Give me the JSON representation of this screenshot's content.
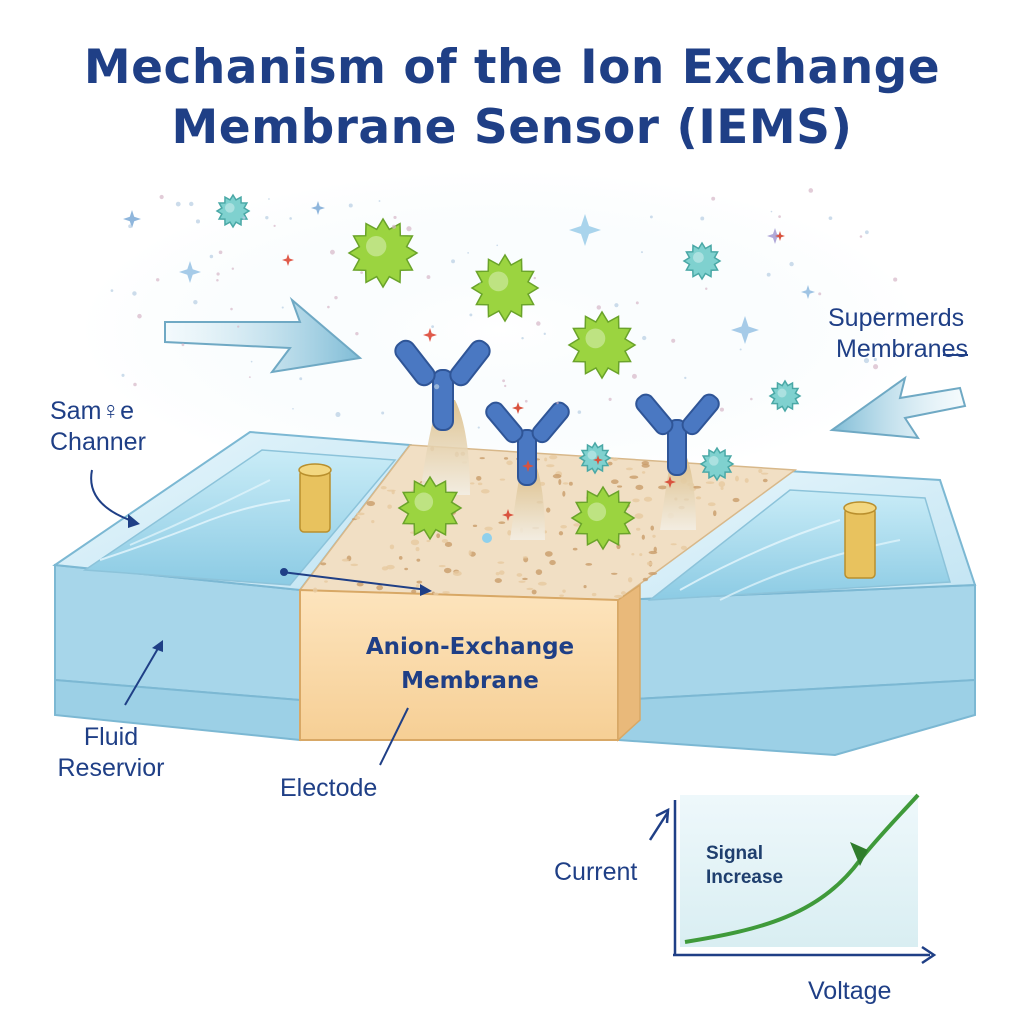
{
  "title": {
    "line1": "Mechanism of the Ion Exchange",
    "line2": "Membrane Sensor (IEMS)"
  },
  "labels": {
    "sample_channel": [
      "Sam♀e",
      "Channer"
    ],
    "supermembranes": [
      "Supermerds",
      "Membranes"
    ],
    "membrane": [
      "Anion-Exchange",
      "Membrane"
    ],
    "fluid_reservoir": [
      "Fluid",
      "Reservior"
    ],
    "electrode": "Electode"
  },
  "graph": {
    "y_label": "Current",
    "x_label": "Voltage",
    "annotation": [
      "Signal",
      "Increase"
    ]
  },
  "colors": {
    "title": "#1f3f86",
    "water": "#a9d9ec",
    "membrane": "#f9d9a8",
    "antibody": "#4a78c2",
    "antigen": "#9bd440",
    "curve": "#3f9a3a"
  }
}
